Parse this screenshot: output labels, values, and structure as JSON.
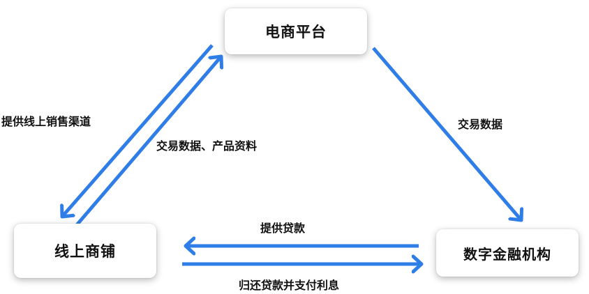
{
  "nodes": {
    "platform": "电商平台",
    "shop": "线上商铺",
    "finance": "数字金融机构"
  },
  "labels": {
    "channel": "提供线上销售渠道",
    "data_product": "交易数据、产品资料",
    "data_finance": "交易数据",
    "loan": "提供贷款",
    "repay": "归还贷款并支付利息"
  },
  "colors": {
    "arrow": "#2f7ee8"
  }
}
